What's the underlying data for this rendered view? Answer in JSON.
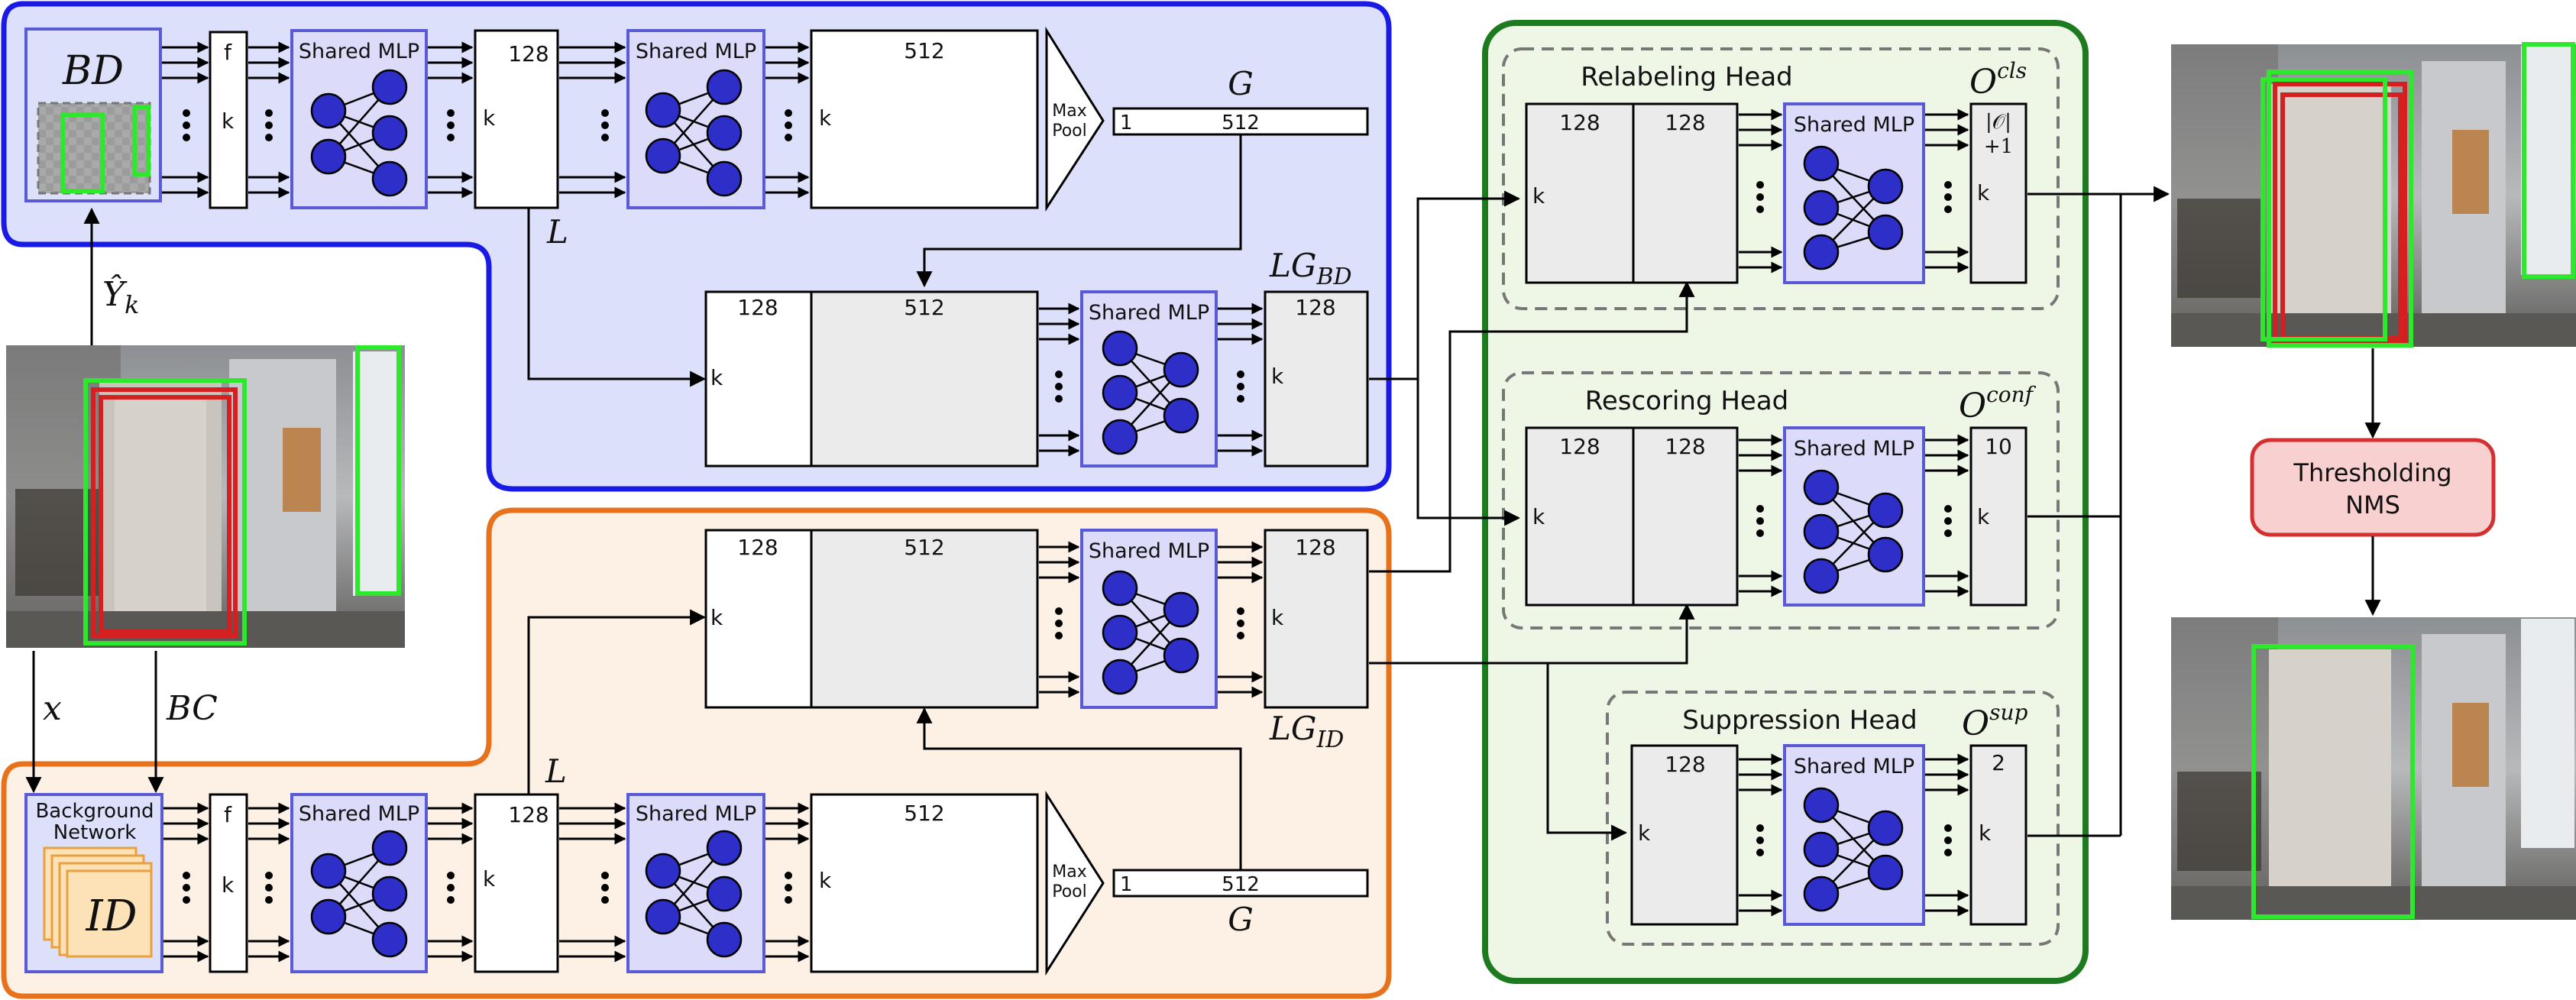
{
  "colors": {
    "blue_region_fill": "#dde0fa",
    "blue_region_stroke": "#1a1ae6",
    "orange_region_fill": "#fdf1e6",
    "orange_region_stroke": "#e8721c",
    "green_panel_fill": "#eef6e6",
    "green_panel_stroke": "#1e7a1e",
    "mlp_fill": "#dcdcfa",
    "mlp_stroke": "#5a5ad6",
    "neuron": "#2e2ec8",
    "nms_fill": "#f8d0d0",
    "nms_stroke": "#d43030",
    "box_green": "#2ee82e",
    "box_red": "#d42020"
  },
  "branch_top": {
    "input_label": "BD",
    "f_label": "f",
    "k_label": "k",
    "mlp1_label": "Shared MLP",
    "feat1_dim": "128",
    "mlp2_label": "Shared MLP",
    "feat2_dim": "512",
    "maxpool_line1": "Max",
    "maxpool_line2": "Pool",
    "global_one": "1",
    "global_dim": "512",
    "global_symbol": "G",
    "local_symbol": "L"
  },
  "fusion_top": {
    "concat_left_dim": "128",
    "concat_right_dim": "512",
    "mlp_label": "Shared MLP",
    "out_dim": "128",
    "out_symbol": "LG",
    "out_subscript": "BD",
    "k_label": "k"
  },
  "branch_bottom": {
    "input_line1": "Background",
    "input_line2": "Network",
    "input_label": "ID",
    "f_label": "f",
    "k_label": "k",
    "mlp1_label": "Shared MLP",
    "feat1_dim": "128",
    "mlp2_label": "Shared MLP",
    "feat2_dim": "512",
    "maxpool_line1": "Max",
    "maxpool_line2": "Pool",
    "global_one": "1",
    "global_dim": "512",
    "global_symbol": "G",
    "local_symbol": "L"
  },
  "fusion_bottom": {
    "concat_left_dim": "128",
    "concat_right_dim": "512",
    "mlp_label": "Shared MLP",
    "out_dim": "128",
    "out_symbol": "LG",
    "out_subscript": "ID",
    "k_label": "k"
  },
  "input_arrows": {
    "yhat_symbol": "Ŷ",
    "yhat_subscript": "k",
    "x_symbol": "x",
    "bc_symbol": "BC"
  },
  "heads": {
    "relabeling": {
      "title": "Relabeling Head",
      "out_symbol": "O",
      "out_superscript": "cls",
      "in_left_dim": "128",
      "in_right_dim": "128",
      "mlp_label": "Shared MLP",
      "out_line1": "|𝒪|",
      "out_line2": "+1",
      "k_label": "k"
    },
    "rescoring": {
      "title": "Rescoring Head",
      "out_symbol": "O",
      "out_superscript": "conf",
      "in_left_dim": "128",
      "in_right_dim": "128",
      "mlp_label": "Shared MLP",
      "out_dim": "10",
      "k_label": "k"
    },
    "suppression": {
      "title": "Suppression Head",
      "out_symbol": "O",
      "out_superscript": "sup",
      "in_dim": "128",
      "mlp_label": "Shared MLP",
      "out_dim": "2",
      "k_label": "k"
    }
  },
  "postprocess": {
    "line1": "Thresholding",
    "line2": "NMS"
  }
}
